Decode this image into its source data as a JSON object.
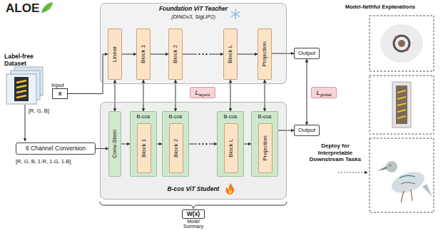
{
  "diagram": {
    "title": "ALOE",
    "nodes": [
      {
        "text": [
          "Input",
          "x"
        ]
      },
      {
        "text": [
          "Foundation ViT Teacher",
          "(DINOv3, SigLIP2)"
        ]
      },
      {
        "text": [
          "Linear"
        ],
        "in": 1
      },
      {
        "text": [
          "Block 1"
        ],
        "in": 1
      },
      {
        "text": [
          "Block 2"
        ],
        "in": 1
      },
      {
        "text": [
          "Block L"
        ],
        "in": 1
      },
      {
        "text": [
          "Projection"
        ],
        "in": 1
      },
      {
        "text": [
          "Output"
        ]
      },
      {
        "text": [
          "L",
          "layers"
        ]
      },
      {
        "text": [
          "L",
          "global"
        ]
      },
      {
        "text": [
          "6 Channel Conversion"
        ]
      },
      {
        "text": [
          "B-cos ViT Student"
        ]
      },
      {
        "text": [
          "Conv-Stem"
        ],
        "in": 11
      },
      {
        "text": [
          "B-cos"
        ],
        "in": 11
      },
      {
        "text": [
          "Block 1"
        ],
        "in": 13
      },
      {
        "text": [
          "B-cos"
        ],
        "in": 11
      },
      {
        "text": [
          "Block 2"
        ],
        "in": 15
      },
      {
        "text": [
          "B-cos"
        ],
        "in": 11
      },
      {
        "text": [
          "Block L"
        ],
        "in": 17
      },
      {
        "text": [
          "B-cos"
        ],
        "in": 11
      },
      {
        "text": [
          "Projection"
        ],
        "in": 19
      },
      {
        "text": [
          "Output"
        ]
      },
      {
        "text": [
          "W(x)",
          "Model Summary"
        ]
      }
    ],
    "edges": [
      {
        "from": 0,
        "to": 2,
        "arrow": "to"
      },
      {
        "from": 2,
        "to": 3,
        "arrow": "to"
      },
      {
        "from": 3,
        "to": 4,
        "arrow": "to"
      },
      {
        "from": 4,
        "to": 5,
        "arrow": "to",
        "label": "• • •"
      },
      {
        "from": 5,
        "to": 6,
        "arrow": "to"
      },
      {
        "from": 6,
        "to": 7,
        "arrow": "to"
      },
      {
        "from": 10,
        "to": 12,
        "arrow": "to"
      },
      {
        "from": 12,
        "to": 13,
        "arrow": "to"
      },
      {
        "from": 13,
        "to": 15,
        "arrow": "to"
      },
      {
        "from": 15,
        "to": 17,
        "arrow": "to",
        "label": "• • •"
      },
      {
        "from": 17,
        "to": 19,
        "arrow": "to"
      },
      {
        "from": 19,
        "to": 21,
        "arrow": "to"
      },
      {
        "from": 2,
        "to": 12,
        "arrow": "both"
      },
      {
        "from": 3,
        "to": 13,
        "arrow": "both"
      },
      {
        "from": 4,
        "to": 15,
        "arrow": "both"
      },
      {
        "from": 5,
        "to": 17,
        "arrow": "both"
      },
      {
        "from": 6,
        "to": 19,
        "arrow": "both"
      },
      {
        "from": 7,
        "to": 21,
        "arrow": "both"
      }
    ],
    "labels": [
      "Label-free Dataset",
      "[R, G, B]",
      "[R, G, B, 1-R, 1-G, 1-B]",
      "Model-faithful Explanations",
      "Deploy for Interpretable Downstream Tasks"
    ]
  }
}
